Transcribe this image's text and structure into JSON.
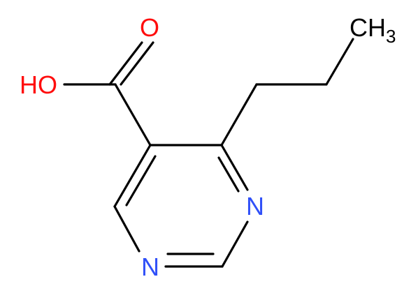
{
  "molecule": {
    "atoms": {
      "carbonyl_oxygen": "O",
      "hydroxyl": "HO",
      "ring_nitrogen_right": "N",
      "ring_nitrogen_bottom": "N",
      "methyl_main": "CH",
      "methyl_subscript": "3"
    },
    "colors": {
      "oxygen": "#ff0d0d",
      "nitrogen": "#3050f8",
      "carbon": "#000000",
      "bond": "#000000"
    }
  }
}
